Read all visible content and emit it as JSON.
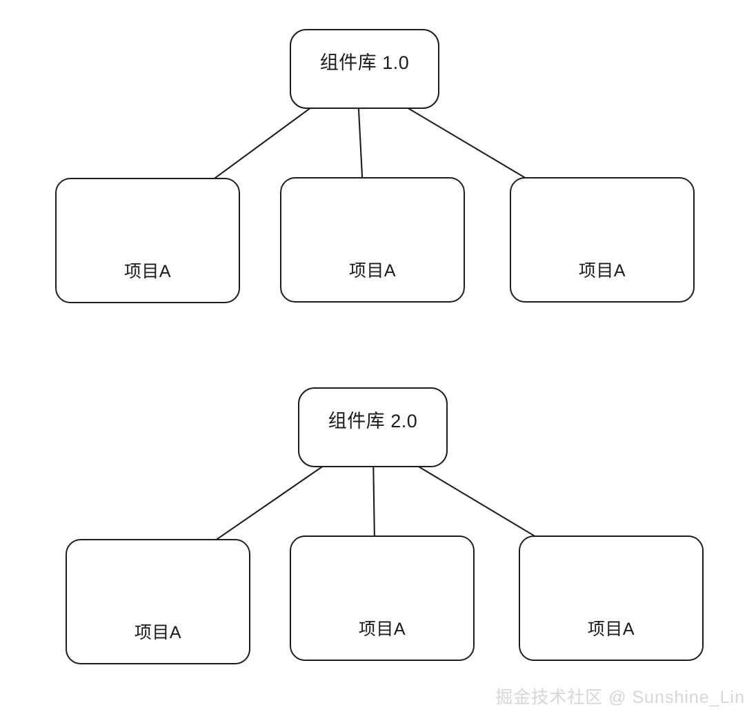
{
  "diagram": {
    "type": "tree-diagram",
    "background_color": "#ffffff",
    "stroke_color": "#1d1d1d",
    "text_color": "#1a1a1a",
    "sections": [
      {
        "id": "version-1",
        "root": {
          "label": "组件库 1.0"
        },
        "children": [
          {
            "label": "项目A"
          },
          {
            "label": "项目A"
          },
          {
            "label": "项目A"
          }
        ]
      },
      {
        "id": "version-2",
        "root": {
          "label": "组件库 2.0"
        },
        "children": [
          {
            "label": "项目A"
          },
          {
            "label": "项目A"
          },
          {
            "label": "项目A"
          }
        ]
      }
    ]
  },
  "watermark": {
    "text": "掘金技术社区 @ Sunshine_Lin",
    "color": "#d6d6d6"
  }
}
